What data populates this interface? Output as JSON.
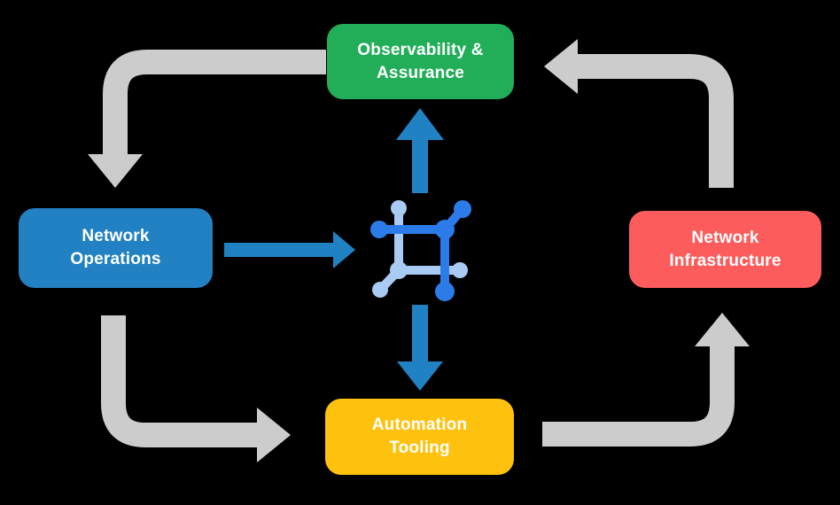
{
  "diagram": {
    "background": "#000000",
    "text_color": "#FFFFFF"
  },
  "colors": {
    "arrow_gray": "#CCCCCC",
    "arrow_blue": "#2182C3",
    "icon_dark_blue": "#2B7CE9",
    "icon_light_blue": "#A9CBF3"
  },
  "nodes": {
    "observability": {
      "line1": "Observability &",
      "line2": "Assurance",
      "color": "#22AD59"
    },
    "network_operations": {
      "line1": "Network",
      "line2": "Operations",
      "color": "#2181C3"
    },
    "network_infrastructure": {
      "line1": "Network",
      "line2": "Infrastructure",
      "color": "#FC5C5C"
    },
    "automation_tooling": {
      "line1": "Automation",
      "line2": "Tooling",
      "color": "#FEC10D"
    }
  },
  "icons": {
    "center": "network-mesh-icon"
  }
}
